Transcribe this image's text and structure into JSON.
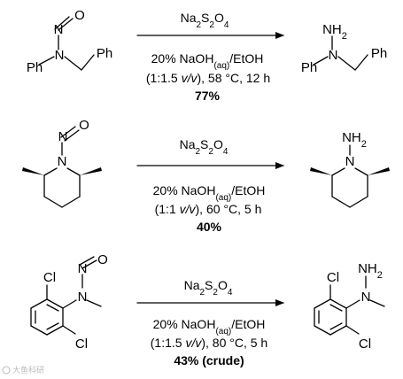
{
  "reactions": [
    {
      "reagent": "Na2S2O4",
      "solvent": "20% NaOH(aq)/EtOH",
      "conditions_prefix": "(1:1.5 ",
      "conditions_ratio_unit": "v/v",
      "conditions_suffix": "), 58 °C, 12 h",
      "yield": "77%",
      "substrate_labels": {
        "nitroso_n": "N",
        "nitroso_o": "O",
        "amine_n": "N",
        "ph_left": "Ph",
        "ph_right": "Ph"
      },
      "product_labels": {
        "nh2": "NH2",
        "amine_n": "N",
        "ph_left": "Ph",
        "ph_right": "Ph"
      }
    },
    {
      "reagent": "Na2S2O4",
      "solvent": "20% NaOH(aq)/EtOH",
      "conditions_prefix": "(1:1 ",
      "conditions_ratio_unit": "v/v",
      "conditions_suffix": "), 60 °C, 5 h",
      "yield": "40%",
      "substrate_labels": {
        "nitroso_n": "N",
        "nitroso_o": "O",
        "ring_n": "N"
      },
      "product_labels": {
        "nh2": "NH2",
        "ring_n": "N"
      }
    },
    {
      "reagent": "Na2S2O4",
      "solvent": "20% NaOH(aq)/EtOH",
      "conditions_prefix": "(1:1.5 ",
      "conditions_ratio_unit": "v/v",
      "conditions_suffix": "), 80 °C, 5 h",
      "yield": "43% (crude)",
      "substrate_labels": {
        "nitroso_n": "N",
        "nitroso_o": "O",
        "amine_n": "N",
        "cl_top": "Cl",
        "cl_bottom": "Cl"
      },
      "product_labels": {
        "nh2": "NH2",
        "amine_n": "N",
        "cl_top": "Cl",
        "cl_bottom": "Cl"
      }
    }
  ],
  "watermark": "大鱼科研"
}
